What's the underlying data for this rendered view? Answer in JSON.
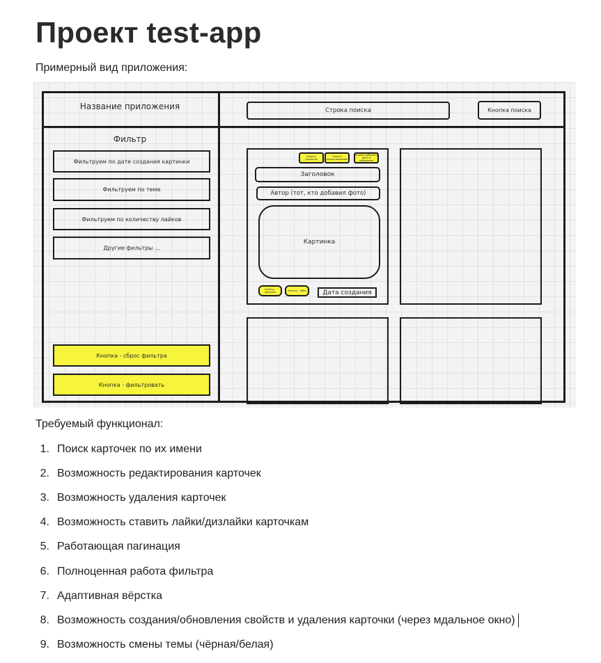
{
  "page": {
    "title": "Проект test-app",
    "subtitle": "Примерный вид приложения:"
  },
  "mockup": {
    "app_name": "Название приложения",
    "search_field": "Строка поиска",
    "search_button": "Кнопка поиска",
    "filter_title": "Фильтр",
    "filters": [
      "Фильтруем по дате создания картинки",
      "Фильтруем по теме",
      "Фильтруем по количеству лайков",
      "Другие фильтры ..."
    ],
    "reset_button": "Кнопка - сброс фильтра",
    "apply_button": "Кнопка - фильтровать",
    "card": {
      "button_delete": "Кнопка удаления",
      "button_edit": "Кнопка редактирования",
      "button_favorite": "Кнопка добавить фото в избранное",
      "heading": "Заголовок",
      "author": "Автор (тот, кто добавил фото)",
      "picture": "Картинка",
      "like": "Кнопка - Лайк",
      "dislike": "Кнопка - Дизлайк",
      "date": "Дата создания"
    },
    "colors": {
      "highlight": "#f7f43d",
      "stroke": "#1c1c1c",
      "background": "#f3f3f3"
    }
  },
  "requirements": {
    "heading": "Требуемый функционал:",
    "items": [
      {
        "num": "1.",
        "text": "Поиск карточек по их имени"
      },
      {
        "num": "2.",
        "text": "Возможность редактирования карточек"
      },
      {
        "num": "3.",
        "text": "Возможность удаления карточек"
      },
      {
        "num": "4.",
        "text": "Возможность ставить лайки/дизлайки карточкам"
      },
      {
        "num": "5.",
        "text": "Работающая пагинация"
      },
      {
        "num": "6.",
        "text": "Полноценная работа фильтра"
      },
      {
        "num": "7.",
        "text": "Адаптивная вёрстка"
      },
      {
        "num": "8.",
        "text": "Возможность создания/обновления свойств и удаления карточки (через мдальное окно)"
      },
      {
        "num": "9.",
        "text": "Возможность смены темы (чёрная/белая)"
      }
    ]
  }
}
